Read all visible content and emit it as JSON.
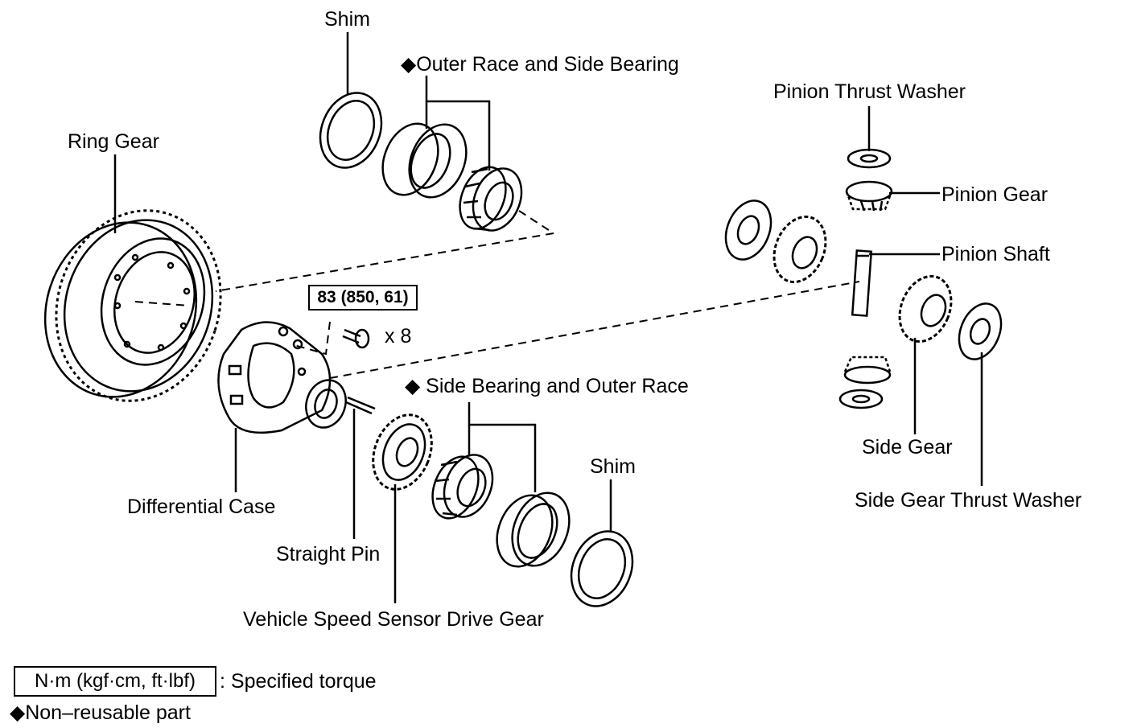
{
  "labels": {
    "shim_top": "Shim",
    "outer_race_side_bearing": "◆Outer Race and Side Bearing",
    "ring_gear": "Ring Gear",
    "pinion_thrust_washer": "Pinion Thrust Washer",
    "pinion_gear": "Pinion Gear",
    "pinion_shaft": "Pinion Shaft",
    "bolt_count": "x 8",
    "side_bearing_outer_race": "◆ Side Bearing and Outer Race",
    "shim_bottom": "Shim",
    "differential_case": "Differential Case",
    "straight_pin": "Straight Pin",
    "vehicle_speed_sensor_drive_gear": "Vehicle Speed Sensor Drive Gear",
    "side_gear": "Side Gear",
    "side_gear_thrust_washer": "Side Gear Thrust Washer"
  },
  "torque": "83 (850, 61)",
  "legend": {
    "torque_unit": "N·m (kgf·cm, ft·lbf)",
    "torque_desc": ": Specified torque",
    "non_reusable": "◆Non–reusable part"
  }
}
